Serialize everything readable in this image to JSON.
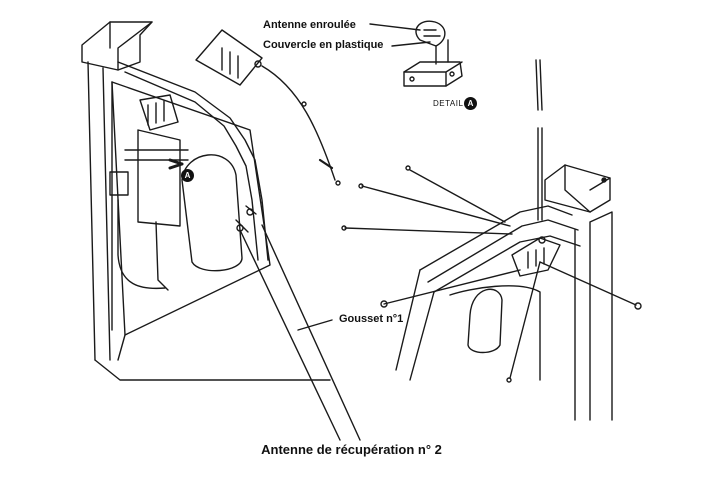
{
  "labels": {
    "antenne_enroulee": "Antenne enroulée",
    "couvercle_plastique": "Couvercle en plastique",
    "detail": "DETAIL",
    "gousset": "Gousset n°1",
    "caption": "Antenne de récupération n° 2"
  },
  "callouts": {
    "detail_letter": "A",
    "main_letter": "A"
  }
}
